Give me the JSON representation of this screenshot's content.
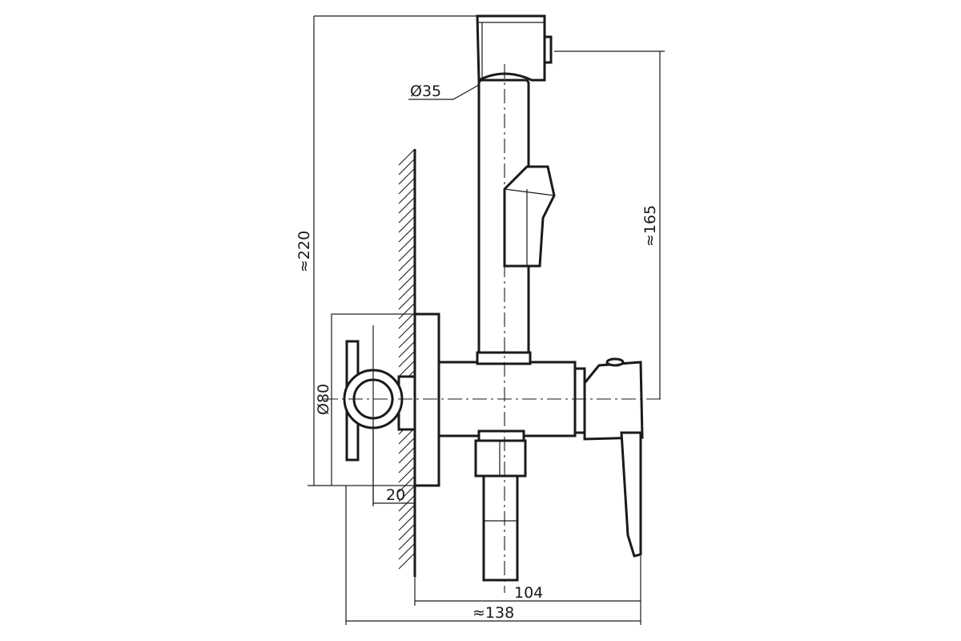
{
  "drawing": {
    "title": "",
    "dimensions": {
      "diameter_head": "Ø35",
      "height_total": "≈220",
      "height_hose": "≈165",
      "diameter_flange": "Ø80",
      "wall_offset": "20",
      "depth_mixer": "104",
      "depth_total": "≈138"
    }
  }
}
